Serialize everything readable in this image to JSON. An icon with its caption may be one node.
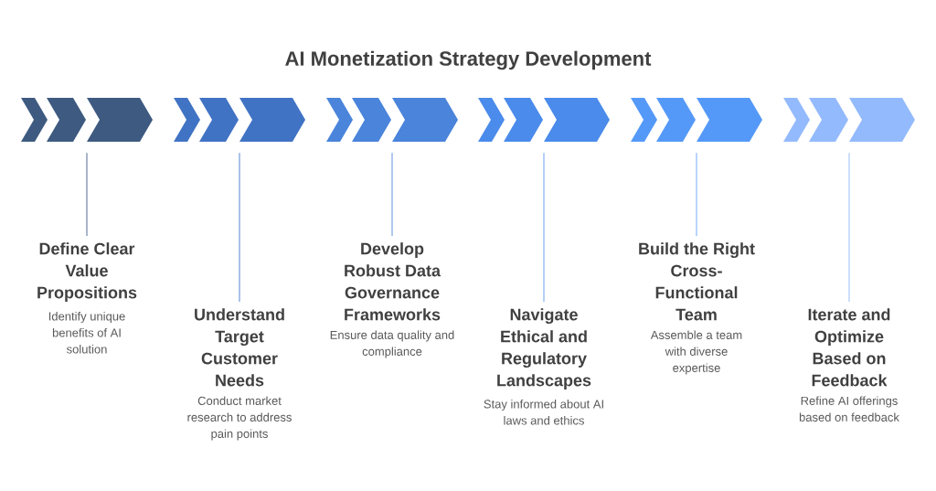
{
  "diagram": {
    "title": "AI Monetization Strategy Development",
    "nodes": [
      {
        "text": [],
        "shape": "arrow"
      },
      {
        "text": [
          "Define Clear Value Propositions",
          "Identify unique benefits of AI solution"
        ]
      },
      {
        "text": [],
        "shape": "arrow"
      },
      {
        "text": [
          "Understand Target Customer Needs",
          "Conduct market research to address pain points"
        ]
      },
      {
        "text": [],
        "shape": "arrow"
      },
      {
        "text": [
          "Develop Robust Data Governance Frameworks",
          "Ensure data quality and compliance"
        ]
      },
      {
        "text": [],
        "shape": "arrow"
      },
      {
        "text": [
          "Navigate Ethical and Regulatory Landscapes",
          "Stay informed about AI laws and ethics"
        ]
      },
      {
        "text": [],
        "shape": "arrow"
      },
      {
        "text": [
          "Build the Right Cross-Functional Team",
          "Assemble a team with diverse expertise"
        ]
      },
      {
        "text": [],
        "shape": "arrow"
      },
      {
        "text": [
          "Iterate and Optimize Based on Feedback",
          "Refine AI offerings based on feedback"
        ]
      }
    ],
    "edges": [
      {
        "from": 0,
        "to": 1,
        "arrow": "none",
        "color": "#8c9cb8"
      },
      {
        "from": 2,
        "to": 3,
        "arrow": "none",
        "color": "#8eaee0"
      },
      {
        "from": 4,
        "to": 5,
        "arrow": "none",
        "color": "#94b6ea"
      },
      {
        "from": 6,
        "to": 7,
        "arrow": "none",
        "color": "#9cc0f5"
      },
      {
        "from": 8,
        "to": 9,
        "arrow": "none",
        "color": "#a3c6fb"
      },
      {
        "from": 10,
        "to": 11,
        "arrow": "none",
        "color": "#bcd5fd"
      }
    ]
  }
}
